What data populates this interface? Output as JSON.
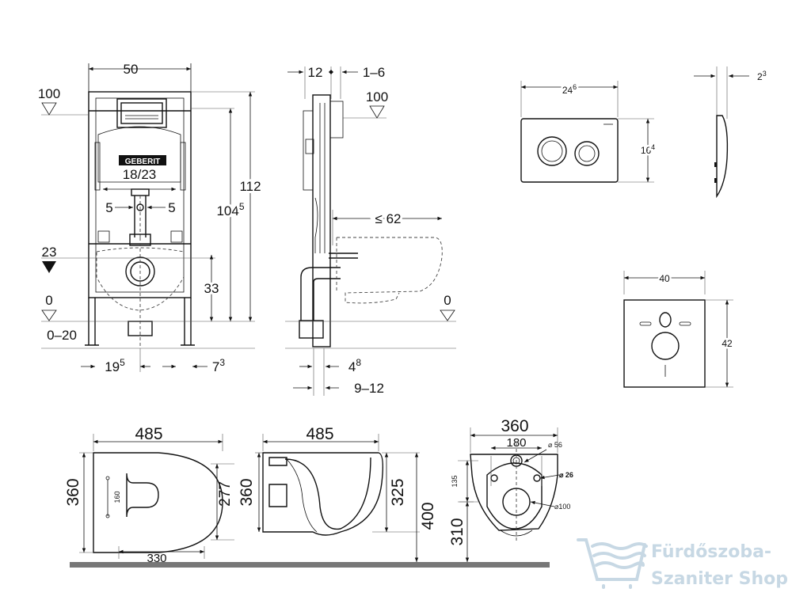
{
  "frame": {
    "width": "50",
    "h_100": "100",
    "h_112": "112",
    "h_104": "104",
    "h_104_sup": "5",
    "pipe_spacing": "18/23",
    "offset_left": "5",
    "offset_right": "5",
    "h_23": "23",
    "h_33": "33",
    "floor_0": "0",
    "floor_range": "0–20",
    "foot_19": "19",
    "foot_19_sup": "5",
    "foot_7": "7",
    "foot_7_sup": "3",
    "brand_label": "GEBERIT"
  },
  "side": {
    "d_12": "12",
    "d_1_6": "1–6",
    "h_100": "100",
    "projection": "≤ 62",
    "floor_0": "0",
    "d_4": "4",
    "d_4_sup": "8",
    "d_9_12": "9–12"
  },
  "plate": {
    "width": "24",
    "width_sup": "6",
    "height": "16",
    "height_sup": "4",
    "depth": "2",
    "depth_sup": "3"
  },
  "mat": {
    "width": "40",
    "height": "42"
  },
  "bowl_top": {
    "length": "485",
    "width": "360",
    "inner_160": "160",
    "inner_277": "277",
    "base_330": "330"
  },
  "bowl_side": {
    "length": "485",
    "height_360": "360",
    "h_325": "325",
    "h_400": "400"
  },
  "bowl_back": {
    "width": "360",
    "span_180": "180",
    "d_56": "⌀ 56",
    "d_26": "⌀ 26",
    "h_135": "135",
    "d_100": "⌀100",
    "h_310": "310"
  },
  "watermark": {
    "line1": "Fürdőszoba-",
    "line2": "Szaniter Shop",
    "color": "#c7d8e4"
  }
}
